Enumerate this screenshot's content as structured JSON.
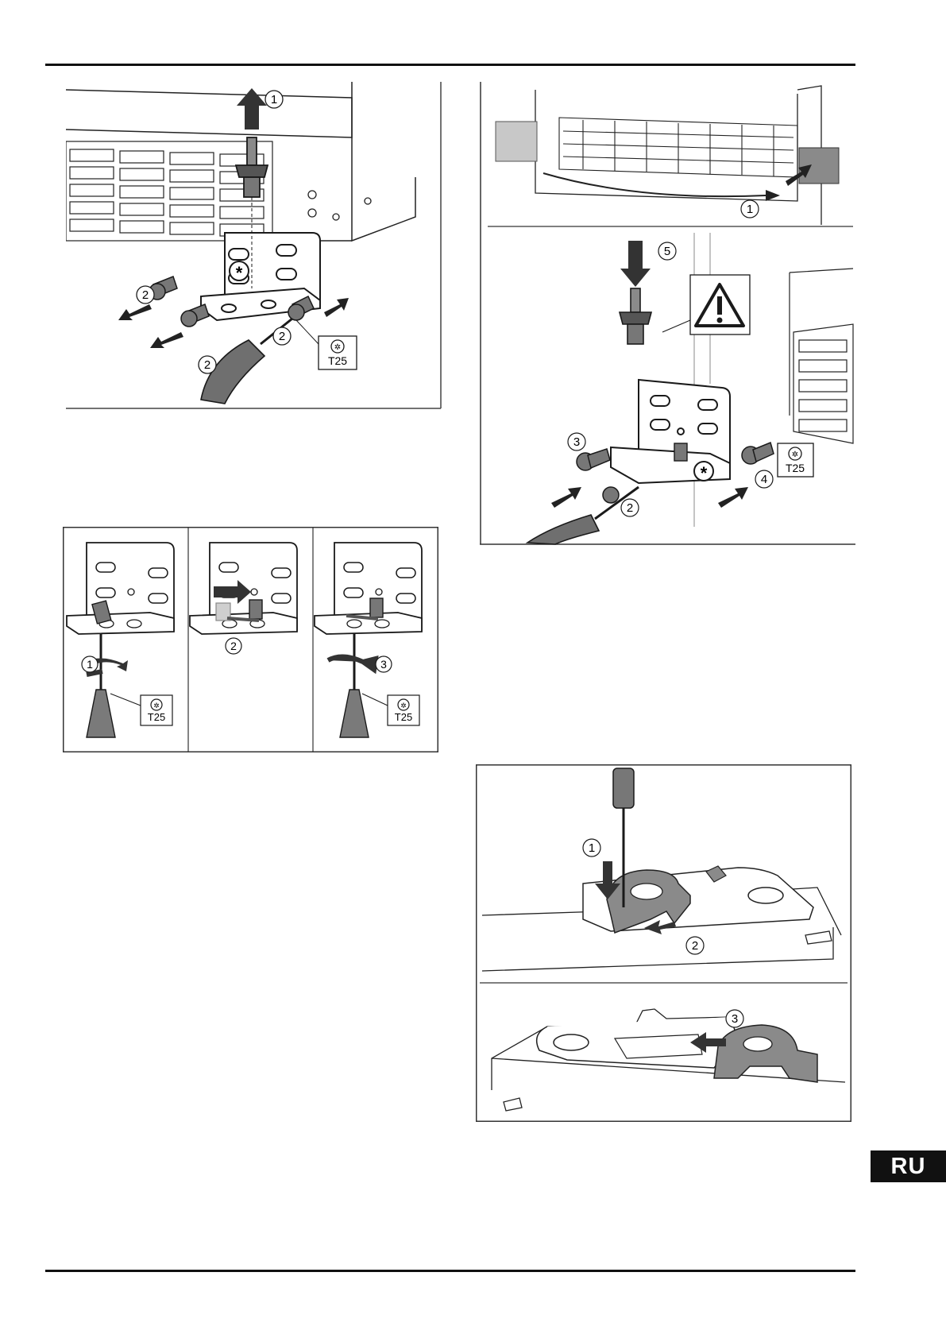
{
  "page": {
    "lang_tab": "RU"
  },
  "fig1": {
    "callouts": [
      "1",
      "2",
      "2",
      "2"
    ],
    "tool_label": "T25"
  },
  "fig2": {
    "panel1": {
      "callout": "1",
      "tool_label": "T25"
    },
    "panel2": {
      "callout": "2"
    },
    "panel3": {
      "callout": "3",
      "tool_label": "T25"
    }
  },
  "fig3": {
    "callouts": [
      "1",
      "5",
      "3",
      "4",
      "2"
    ],
    "tool_label": "T25"
  },
  "fig4": {
    "callouts": [
      "1",
      "2",
      "3"
    ]
  },
  "colors": {
    "line": "#1a1a1a",
    "shade": "#7a7a7a",
    "light_shade": "#bdbdbd",
    "rule": "#111111"
  },
  "icons": [
    "hinge-bracket",
    "hinge-pin",
    "torx-screw",
    "screwdriver",
    "warning-triangle",
    "torx-bit-icon",
    "rotate-arrow"
  ]
}
